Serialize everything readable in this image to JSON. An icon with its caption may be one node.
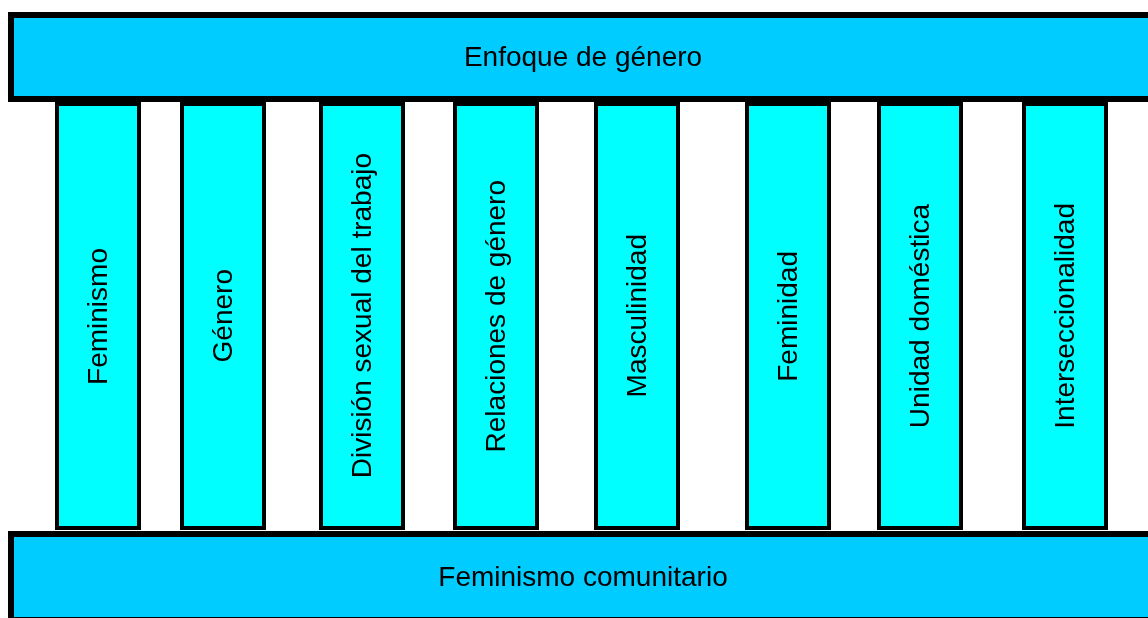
{
  "diagram": {
    "nodes": [
      {
        "text": [
          "Enfoque de género"
        ]
      },
      {
        "text": [
          "Feminismo"
        ]
      },
      {
        "text": [
          "Género"
        ]
      },
      {
        "text": [
          "División sexual del trabajo"
        ]
      },
      {
        "text": [
          "Relaciones de género"
        ]
      },
      {
        "text": [
          "Masculinidad"
        ]
      },
      {
        "text": [
          "Feminidad"
        ]
      },
      {
        "text": [
          "Unidad doméstica"
        ]
      },
      {
        "text": [
          "Interseccionalidad"
        ]
      },
      {
        "text": [
          "Feminismo comunitario"
        ]
      }
    ]
  }
}
